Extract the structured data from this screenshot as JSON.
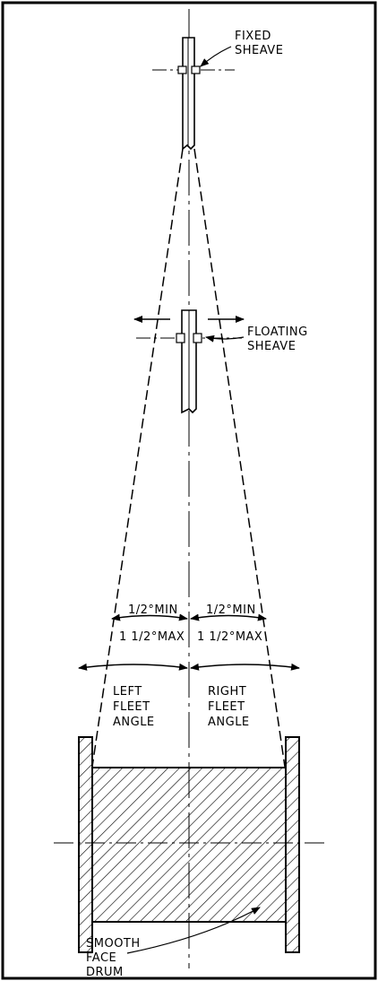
{
  "labels": {
    "fixed_sheave": [
      "FIXED",
      "SHEAVE"
    ],
    "floating_sheave": [
      "FLOATING",
      "SHEAVE"
    ],
    "left_min": "1/2°MIN",
    "left_max": "1 1/2°MAX",
    "right_min": "1/2°MIN",
    "right_max": "1 1/2°MAX",
    "left_fleet_angle": [
      "LEFT",
      "FLEET",
      "ANGLE"
    ],
    "right_fleet_angle": [
      "RIGHT",
      "FLEET",
      "ANGLE"
    ],
    "smooth_face_drum": [
      "SMOOTH",
      "FACE",
      "DRUM"
    ]
  }
}
